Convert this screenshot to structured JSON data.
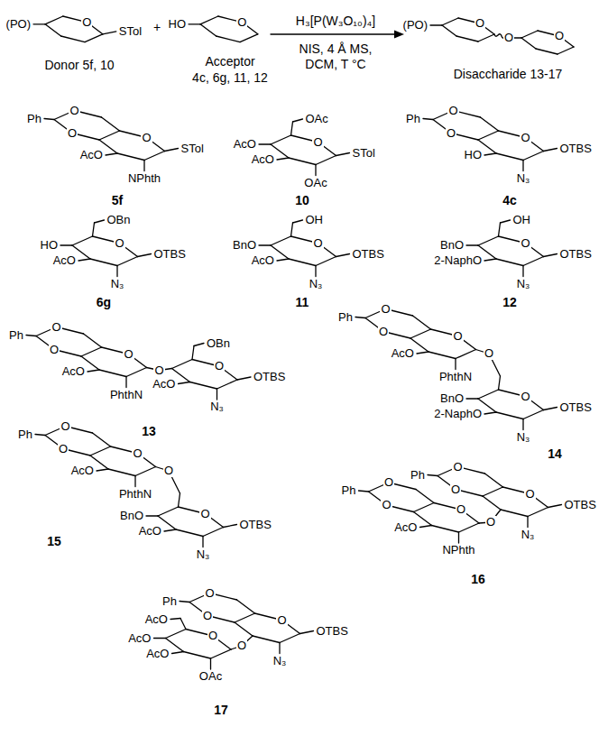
{
  "diagram": {
    "labels": [
      "O",
      "(PO)",
      "STol",
      "Donor 5f, 10",
      "+",
      "O",
      "HO",
      "Acceptor",
      "4c, 6g, 11, 12",
      "H₃[P(W₃O₁₀)₄]",
      "NIS, 4 Å MS,",
      "DCM, T °C",
      "O",
      "(PO)",
      "O",
      "O",
      "Disaccharide 13-17",
      "O",
      "Ph",
      "O",
      "O",
      "AcO",
      "NPhth",
      "STol",
      "5f",
      "O",
      "OAc",
      "AcO",
      "AcO",
      "OAc",
      "STol",
      "10",
      "O",
      "Ph",
      "O",
      "O",
      "HO",
      "N₃",
      "OTBS",
      "4c",
      "O",
      "OBn",
      "HO",
      "AcO",
      "N₃",
      "OTBS",
      "6g",
      "O",
      "OH",
      "BnO",
      "AcO",
      "N₃",
      "OTBS",
      "11",
      "O",
      "OH",
      "BnO",
      "2-NaphO",
      "N₃",
      "OTBS",
      "12",
      "O",
      "Ph",
      "O",
      "O",
      "AcO",
      "PhthN",
      "O",
      "O",
      "OBn",
      "AcO",
      "N₃",
      "OTBS",
      "13",
      "O",
      "Ph",
      "O",
      "O",
      "AcO",
      "PhthN",
      "O",
      "O",
      "BnO",
      "2-NaphO",
      "N₃",
      "OTBS",
      "14",
      "O",
      "Ph",
      "O",
      "O",
      "AcO",
      "PhthN",
      "O",
      "O",
      "BnO",
      "AcO",
      "N₃",
      "OTBS",
      "15",
      "O",
      "Ph",
      "O",
      "O",
      "AcO",
      "NPhth",
      "O",
      "O",
      "Ph",
      "O",
      "O",
      "N₃",
      "OTBS",
      "16",
      "O",
      "AcO",
      "AcO",
      "AcO",
      "OAc",
      "O",
      "O",
      "Ph",
      "O",
      "O",
      "N₃",
      "OTBS",
      "17"
    ]
  }
}
